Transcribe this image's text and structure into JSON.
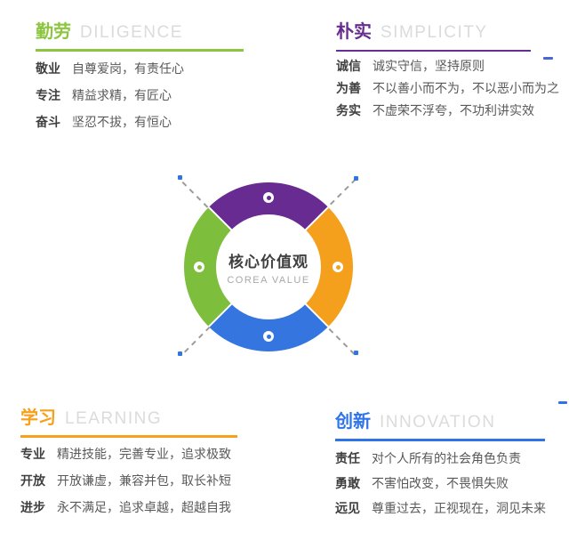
{
  "page": {
    "background": "#ffffff"
  },
  "sections": [
    {
      "id": "diligence",
      "title_zh": "勤劳",
      "title_en": "DILIGENCE",
      "color": "#8CC63F",
      "items": [
        {
          "label": "敬业",
          "desc": "自尊爱岗，有责任心"
        },
        {
          "label": "专注",
          "desc": "精益求精，有匠心"
        },
        {
          "label": "奋斗",
          "desc": "坚忍不拔，有恒心"
        }
      ]
    },
    {
      "id": "simplicity",
      "title_zh": "朴实",
      "title_en": "SIMPLICITY",
      "color": "#672D91",
      "items": [
        {
          "label": "诚信",
          "desc": "诚实守信，坚持原则"
        },
        {
          "label": "为善",
          "desc": "不以善小而不为，不以恶小而为之"
        },
        {
          "label": "务实",
          "desc": "不虚荣不浮夸，不功利讲实效"
        }
      ]
    },
    {
      "id": "learning",
      "title_zh": "学习",
      "title_en": "LEARNING",
      "color": "#F7A01B",
      "items": [
        {
          "label": "专业",
          "desc": "精进技能，完善专业，追求极致"
        },
        {
          "label": "开放",
          "desc": "开放谦虚，兼容并包，取长补短"
        },
        {
          "label": "进步",
          "desc": "永不满足，追求卓越，超越自我"
        }
      ]
    },
    {
      "id": "innovation",
      "title_zh": "创新",
      "title_en": "INNOVATION",
      "color": "#2E74E8",
      "items": [
        {
          "label": "责任",
          "desc": "对个人所有的社会角色负责"
        },
        {
          "label": "勇敢",
          "desc": "不害怕改变，不畏惧失败"
        },
        {
          "label": "远见",
          "desc": "尊重过去，正视现在，洞见未来"
        }
      ]
    }
  ],
  "diagram": {
    "center_title": "核心价值观",
    "center_subtitle": "COREA VALUE",
    "segments": [
      {
        "position": "top",
        "color": "#672B92"
      },
      {
        "position": "right",
        "color": "#F5A01D"
      },
      {
        "position": "bottom",
        "color": "#3575E0"
      },
      {
        "position": "left",
        "color": "#7EBE3D"
      }
    ],
    "connector_color": "#9B9B9B",
    "anchor_color": "#2E75E8"
  },
  "decorations": {
    "edge_dashes": [
      {
        "position": "top-right-edge",
        "color": "#4A67D6"
      },
      {
        "position": "bottom-right-edge",
        "color": "#2E74E8"
      }
    ]
  }
}
